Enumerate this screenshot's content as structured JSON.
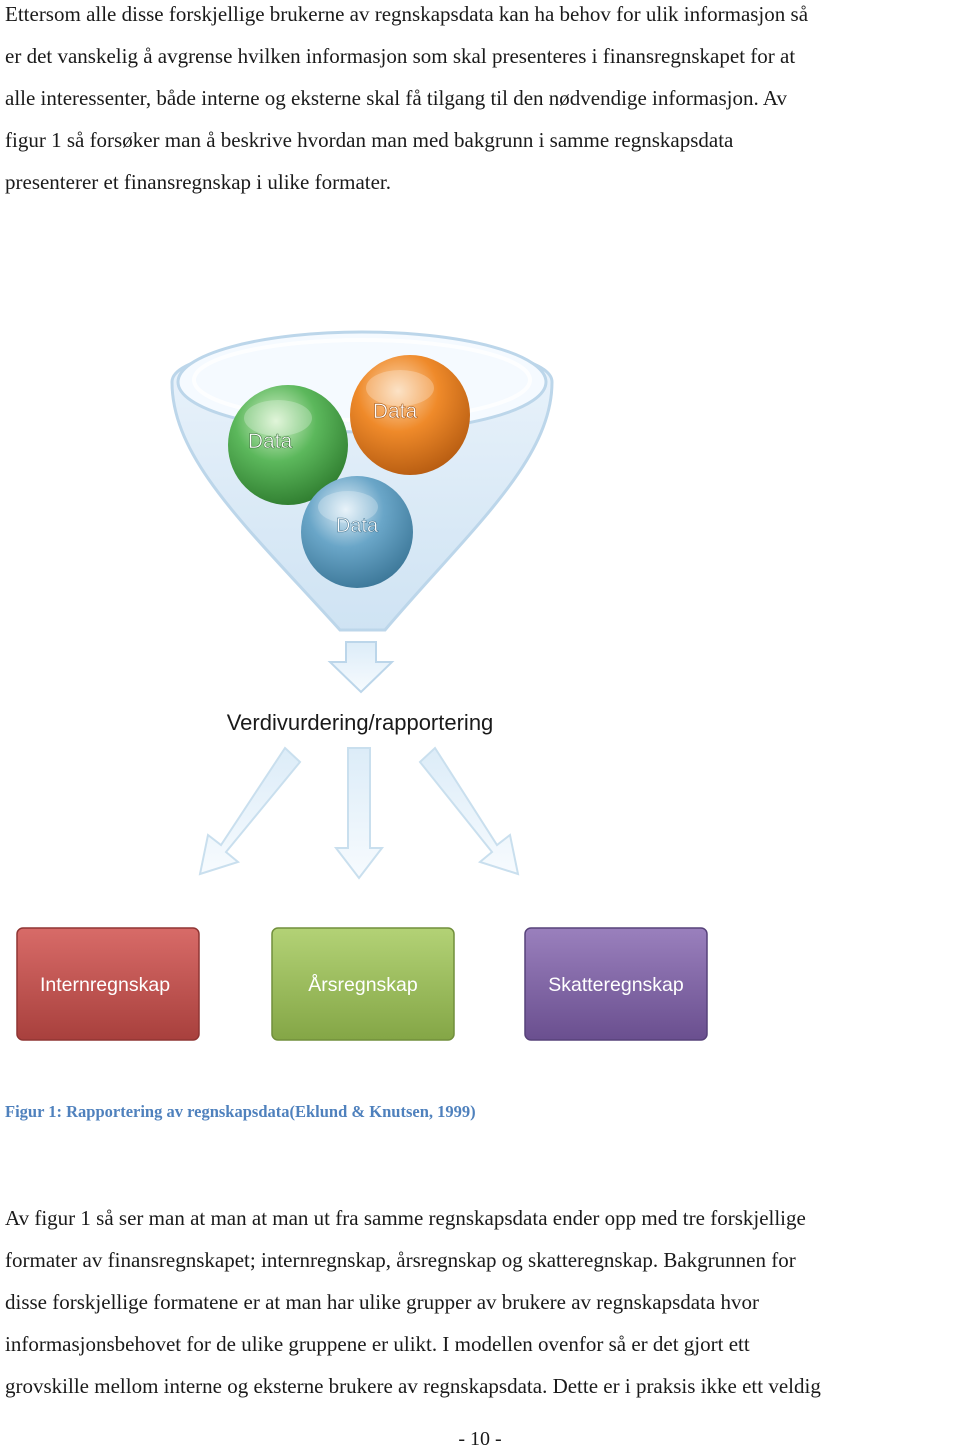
{
  "paragraph_1": {
    "lines": [
      "Ettersom alle disse forskjellige brukerne av regnskapsdata kan ha behov for ulik informasjon så",
      "er det vanskelig å avgrense hvilken informasjon som skal presenteres i finansregnskapet for at",
      "alle interessenter, både interne og eksterne skal få tilgang til den nødvendige informasjon. Av",
      "figur 1 så forsøker man å beskrive hvordan man med bakgrunn i samme regnskapsdata",
      "presenterer et finansregnskap i ulike formater."
    ]
  },
  "figure": {
    "spheres": [
      {
        "label": "Data",
        "color": "#5cb85c"
      },
      {
        "label": "Data",
        "color": "#ef8a2a"
      },
      {
        "label": "Data",
        "color": "#6aa6c8"
      }
    ],
    "process_label": "Verdivurdering/rapportering",
    "outputs": [
      {
        "label": "Internregnskap",
        "color": "#c0504d"
      },
      {
        "label": "Årsregnskap",
        "color": "#9bbb59"
      },
      {
        "label": "Skatteregnskap",
        "color": "#8064a2"
      }
    ],
    "caption": "Figur 1: Rapportering av regnskapsdata(Eklund & Knutsen, 1999)"
  },
  "paragraph_2": {
    "lines": [
      "Av figur 1 så ser man at man at man ut fra samme regnskapsdata ender opp med tre forskjellige",
      "formater av finansregnskapet; internregnskap, årsregnskap og skatteregnskap. Bakgrunnen for",
      "disse forskjellige formatene er at man har ulike grupper av brukere av regnskapsdata hvor",
      "informasjonsbehovet for de ulike gruppene er ulikt. I modellen ovenfor så er det gjort ett",
      "grovskille mellom interne og eksterne brukere av regnskapsdata. Dette er i praksis ikke ett veldig"
    ]
  },
  "page_number": "- 10 -"
}
